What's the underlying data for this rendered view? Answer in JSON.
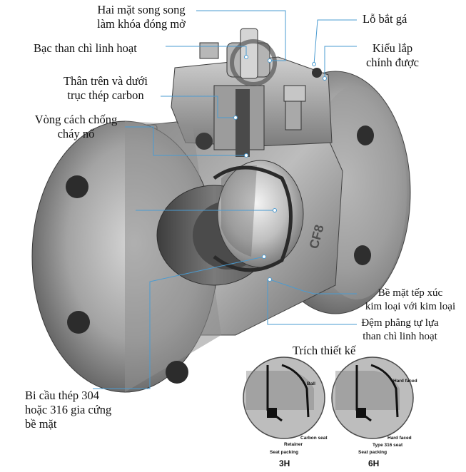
{
  "labels": {
    "parallel_flats": [
      "Hai mặt song song",
      "làm khóa đóng mở"
    ],
    "mounting_hole": "Lỗ bắt gá",
    "graphite_packing": "Bạc than chì linh hoạt",
    "adjustable_style": [
      "Kiểu lắp",
      "chỉnh được"
    ],
    "stem_bushing": [
      "Thân trên và dưới",
      "trục thép carbon"
    ],
    "antistatic_ring": [
      "Vòng cách chống",
      "cháy nổ"
    ],
    "metal_contact": [
      "Bề mặt tếp xúc",
      "kim loại với kim loại"
    ],
    "self_relieving_gasket": [
      "Đệm phẳng tự lựa",
      "than chì linh hoạt"
    ],
    "design_extract": "Trích thiết kế",
    "ball": [
      "Bi cầu thép 304",
      "hoặc 316 gia cứng",
      "bề mặt"
    ]
  },
  "detail_3h": {
    "code": "3H",
    "ball": "Ball",
    "carbon_seat": "Carbon seat",
    "retainer": "Retainer",
    "seat_packing": "Seat packing"
  },
  "detail_6h": {
    "code": "6H",
    "hard_faced_top": "Hard faced",
    "hard_faced": "Hard faced",
    "type_316_seat": "Type 316 seat",
    "seat_packing": "Seat packing"
  },
  "valve_body_marking": "CF8"
}
